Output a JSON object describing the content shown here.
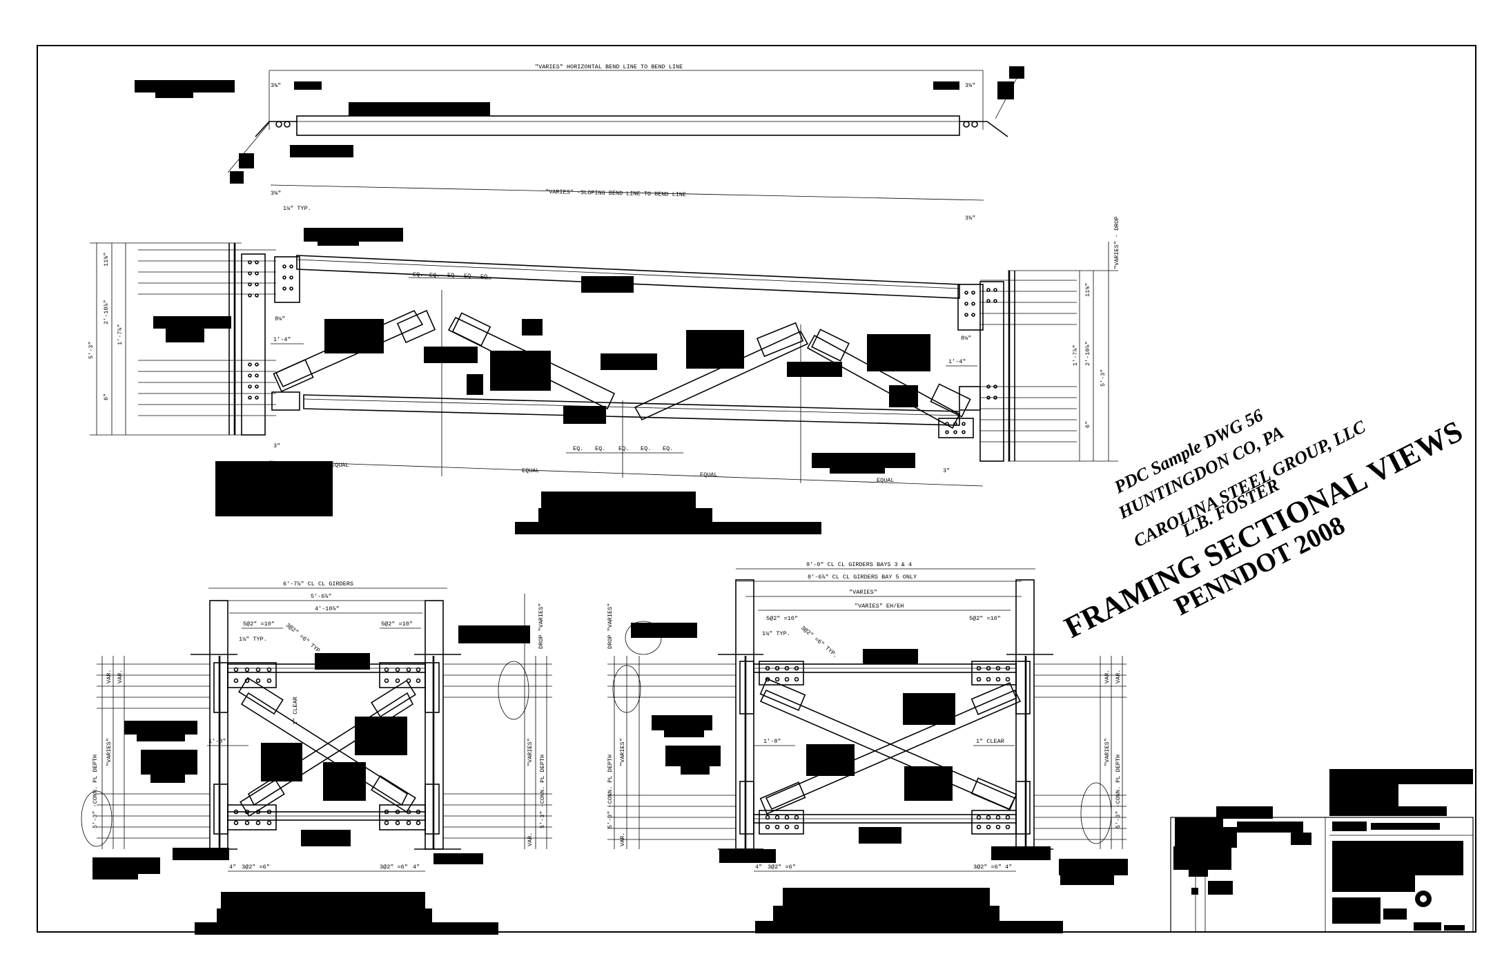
{
  "stamp": {
    "line1": "PDC Sample DWG 56",
    "line2": "HUNTINGDON CO, PA",
    "line3": "CAROLINA STEEL GROUP, LLC",
    "line4": "L.B. FOSTER"
  },
  "title": {
    "line1": "FRAMING SECTIONAL VIEWS",
    "line2": "PENNDOT 2008"
  },
  "top_view": {
    "horizontal_bend": "\"VARIES\" HORIZONTAL BEND LINE TO BEND LINE",
    "sloping_bend": "\"VARIES\" -SLOPING BEND LINE TO BEND LINE",
    "varies_drop": "\"VARIES\" - DROP",
    "typ": "1¼\" TYP.",
    "eq": "EQ.",
    "equal": "EQUAL",
    "dim_5_3": "5'-3\"",
    "dim_2_10": "2'-10⅞\"",
    "dim_1_7": "1'-7⅞\"",
    "dim_1_4": "1'-4\"",
    "dim_8": "8⅛\"",
    "dim_6": "6\"",
    "dim_11": "11⅜\"",
    "dim_3": "3\"",
    "dim_3_3": "3⅜\""
  },
  "bottom_left": {
    "cl_girders": "6'-7⅞\" CL CL GIRDERS",
    "dim_5_6": "5'-6⅞\"",
    "dim_4_10": "4'-10⅞\"",
    "spacing_a": "5@2\" =10\"",
    "spacing_b": "3@2\" =6\" TYP.",
    "typ": "1¼\" TYP.",
    "clear": "1\" CLEAR",
    "dim_1_8": "1'-8\"",
    "conn_depth": "5'-3\" -CONN. PL DEPTH",
    "varies": "\"VARIES\"",
    "drop_varies": "DROP \"VARIES\"",
    "var": "VAR.",
    "bottom_spacing": "3@2\" =6\"",
    "dim_4": "4\""
  },
  "bottom_right": {
    "cl_bays_3_4": "9'-0\" CL CL GIRDERS BAYS 3 & 4",
    "cl_bay_5": "8'-6⅞\" CL CL GIRDERS BAY 5 ONLY",
    "varies": "\"VARIES\"",
    "varies_eh": "\"VARIES\"  EH/EH",
    "spacing_a": "5@2\" =10\"",
    "spacing_b": "3@2\" =6\" TYP.",
    "typ": "1¼\" TYP.",
    "clear": "1\" CLEAR",
    "dim_1_8": "1'-8\"",
    "conn_depth": "5'-3\" -CONN. PL DEPTH",
    "drop_varies": "DROP \"VARIES\"",
    "var": "VAR.",
    "bottom_spacing": "3@2\" =6\"",
    "dim_4": "4\""
  }
}
